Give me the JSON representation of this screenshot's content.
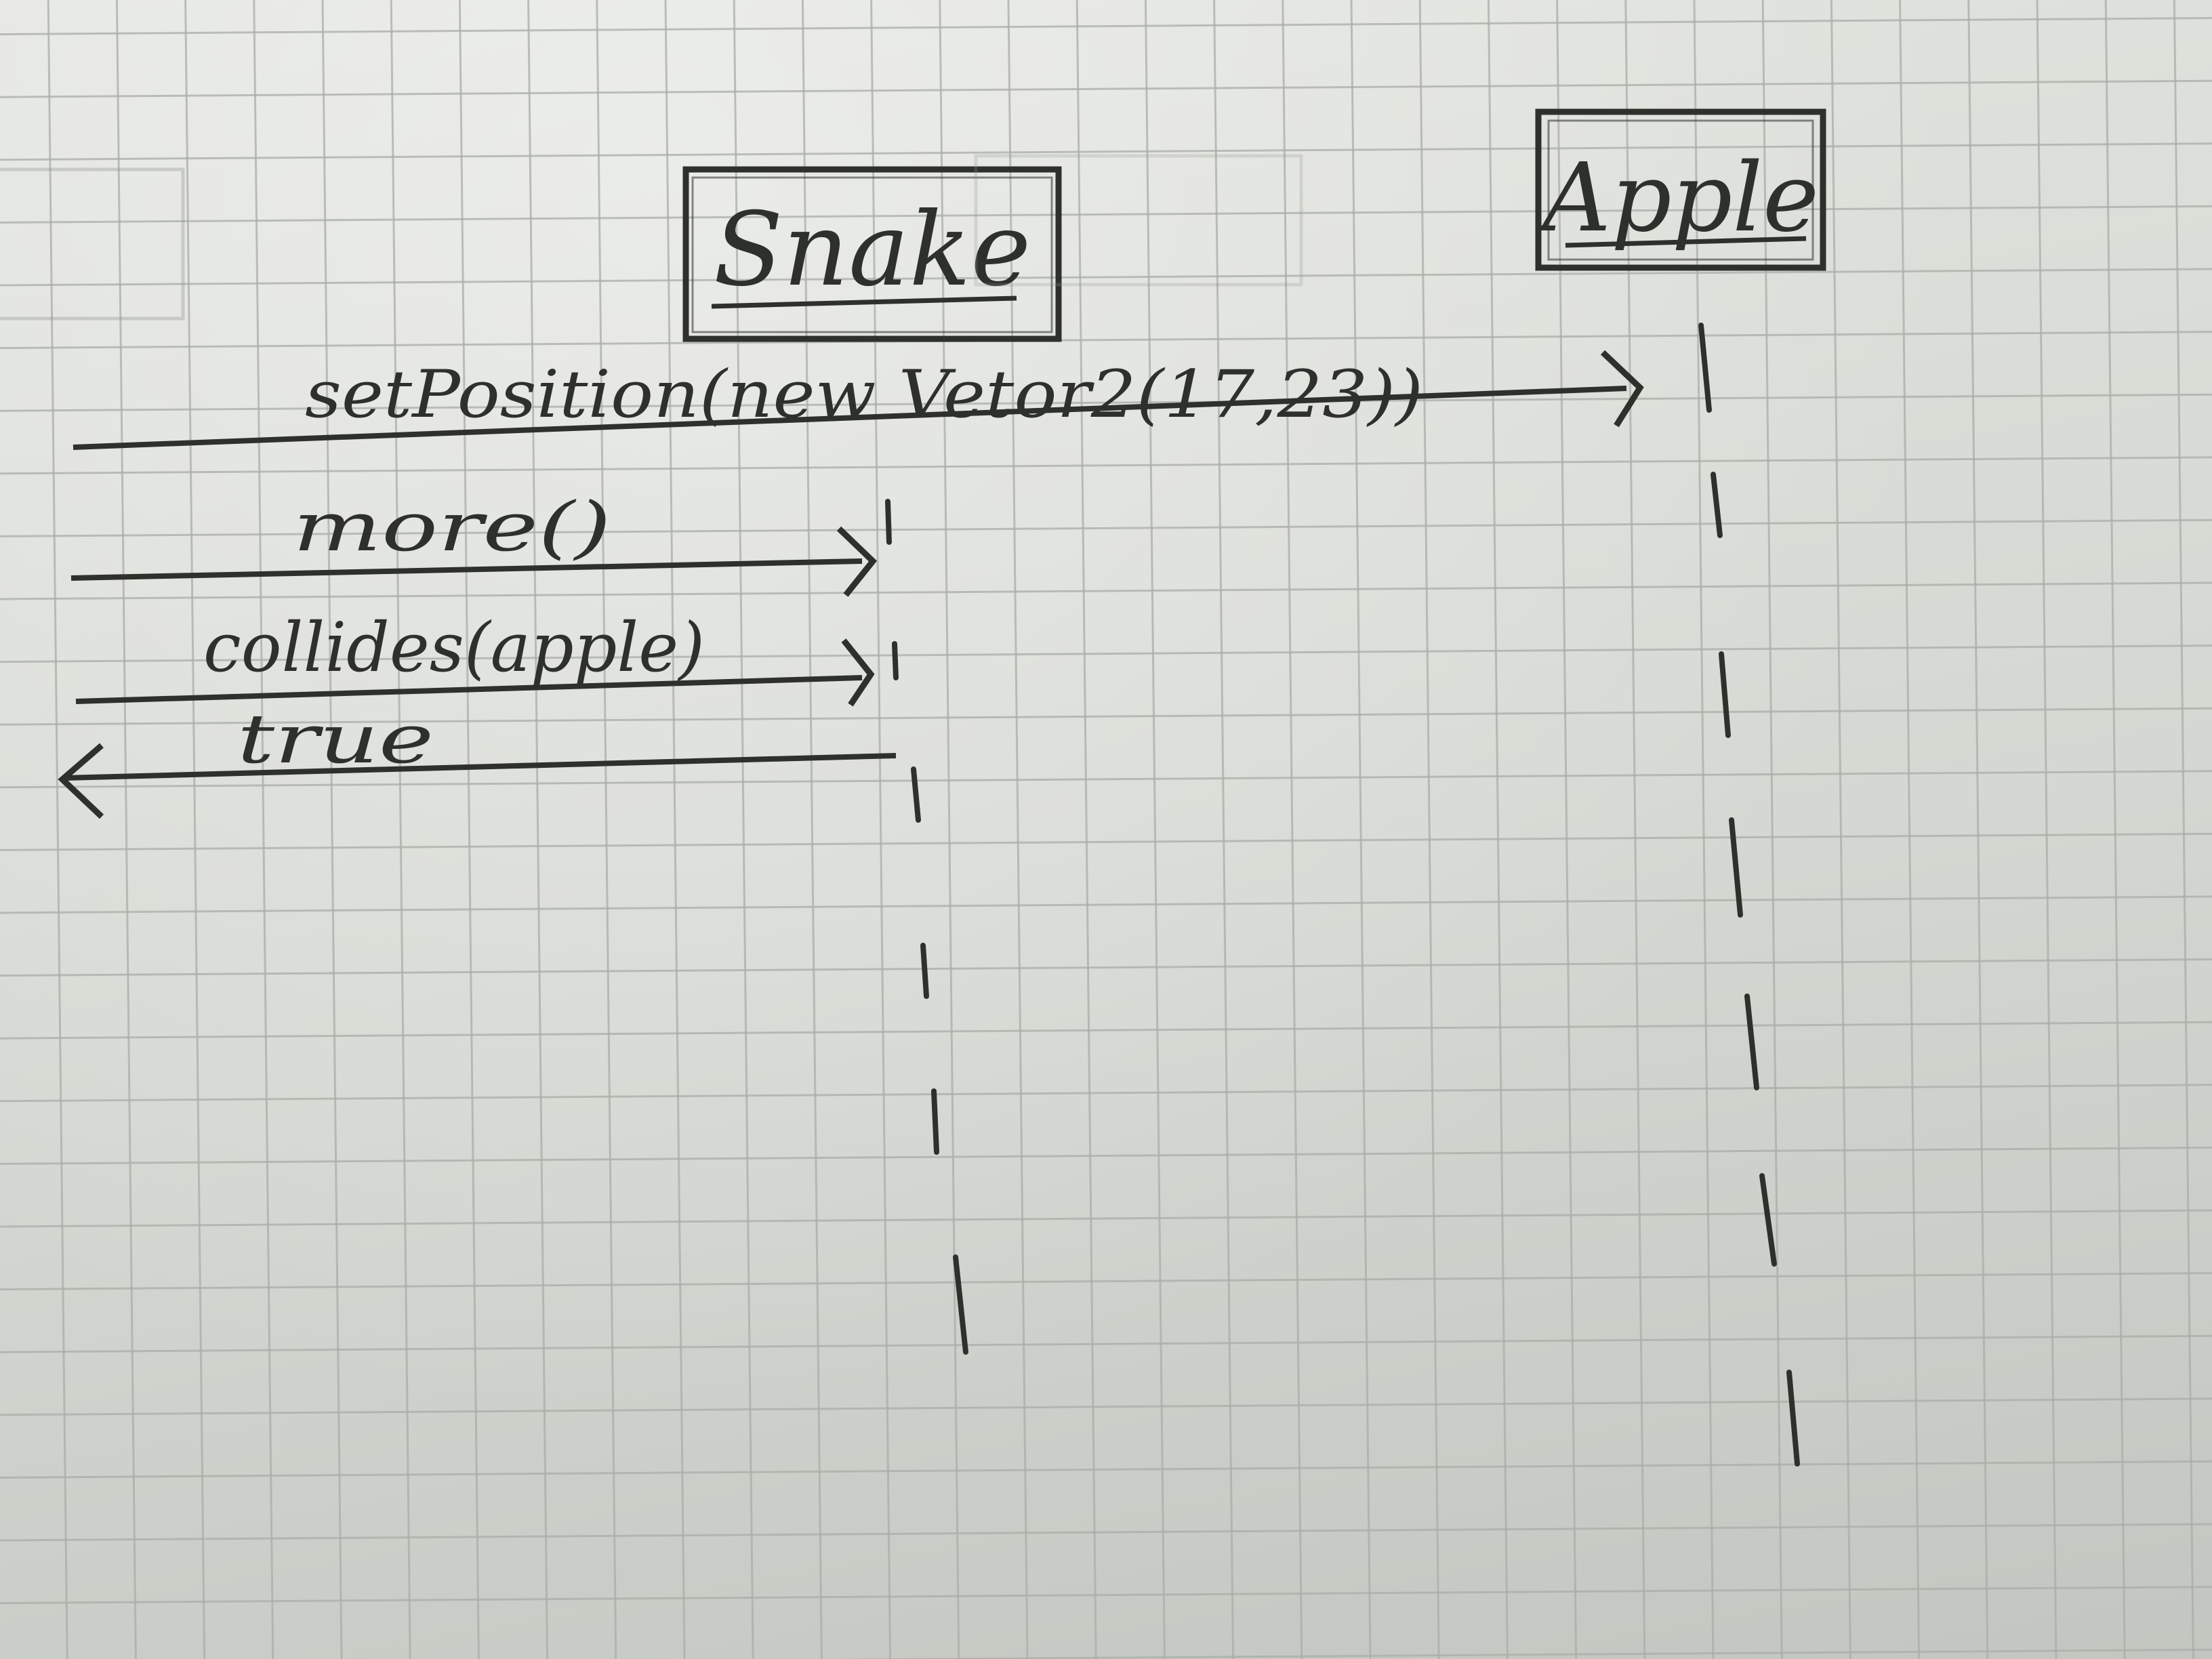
{
  "diagram": {
    "kind": "sequence",
    "lifelines": [
      {
        "id": "snake",
        "label": "Snake"
      },
      {
        "id": "apple",
        "label": "Apple"
      }
    ],
    "messages": [
      {
        "label": "setPosition(new Vetor2(17,23))",
        "from": "caller",
        "to": "apple",
        "direction": "call"
      },
      {
        "label": "more()",
        "from": "caller",
        "to": "snake",
        "direction": "call"
      },
      {
        "label": "collides(apple)",
        "from": "caller",
        "to": "snake",
        "direction": "call"
      },
      {
        "label": "true",
        "from": "snake",
        "to": "caller",
        "direction": "return"
      }
    ],
    "colors": {
      "ink": "#2e302b",
      "paper": "#dcdfda",
      "grid": "#a9aea8"
    }
  }
}
